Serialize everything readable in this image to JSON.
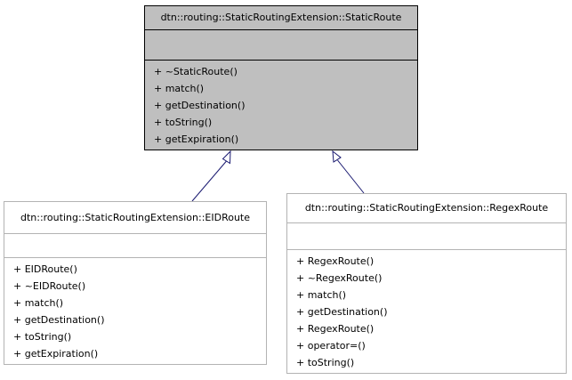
{
  "diagram": {
    "base_class": {
      "name": "dtn::routing::StaticRoutingExtension::StaticRoute",
      "attributes": [],
      "methods": [
        "+ ~StaticRoute()",
        "+ match()",
        "+ getDestination()",
        "+ toString()",
        "+ getExpiration()"
      ]
    },
    "derived_classes": [
      {
        "name": "dtn::routing::StaticRoutingExtension::EIDRoute",
        "attributes": [],
        "methods": [
          "+ EIDRoute()",
          "+ ~EIDRoute()",
          "+ match()",
          "+ getDestination()",
          "+ toString()",
          "+ getExpiration()"
        ]
      },
      {
        "name": "dtn::routing::StaticRoutingExtension::RegexRoute",
        "attributes": [],
        "methods": [
          "+ RegexRoute()",
          "+ ~RegexRoute()",
          "+ match()",
          "+ getDestination()",
          "+ RegexRoute()",
          "+ operator=()",
          "+ toString()"
        ]
      }
    ],
    "relations": [
      {
        "type": "inheritance",
        "from": "dtn::routing::StaticRoutingExtension::EIDRoute",
        "to": "dtn::routing::StaticRoutingExtension::StaticRoute"
      },
      {
        "type": "inheritance",
        "from": "dtn::routing::StaticRoutingExtension::RegexRoute",
        "to": "dtn::routing::StaticRoutingExtension::StaticRoute"
      }
    ],
    "colors": {
      "base_fill": "#bfbfbf",
      "base_border": "#000000",
      "derived_fill": "#ffffff",
      "derived_border": "#b3b3b3",
      "connector": "#191970"
    }
  }
}
